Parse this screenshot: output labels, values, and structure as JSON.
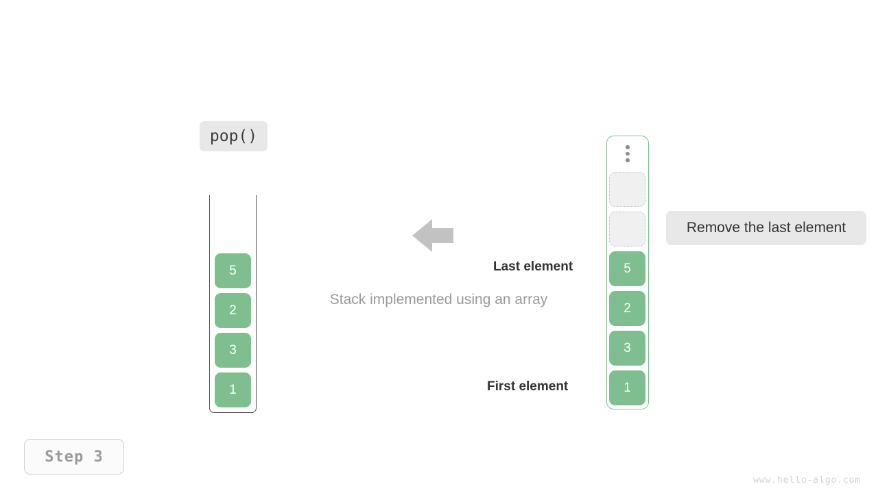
{
  "figure": {
    "operation_label": "pop()",
    "caption": "Stack implemented using an array",
    "step_badge": "Step 3",
    "watermark": "www.hello-algo.com",
    "callout": "Remove the last element",
    "accent_green": "#7fbe8f",
    "muted_gray": "#9a9a9a",
    "chip_gray": "#e8e8e8"
  },
  "stack": {
    "name": "stack-column",
    "values": [
      "5",
      "2",
      "3",
      "1"
    ]
  },
  "array": {
    "name": "array-column",
    "overflow_icon": "vertical-ellipsis-icon",
    "empty_slots": [
      "",
      ""
    ],
    "values": [
      "5",
      "2",
      "3",
      "1"
    ],
    "pointer_last": "Last element",
    "pointer_first": "First element"
  },
  "arrow": {
    "name": "left-arrow-icon",
    "direction": "left",
    "color": "#c2c2c2"
  }
}
